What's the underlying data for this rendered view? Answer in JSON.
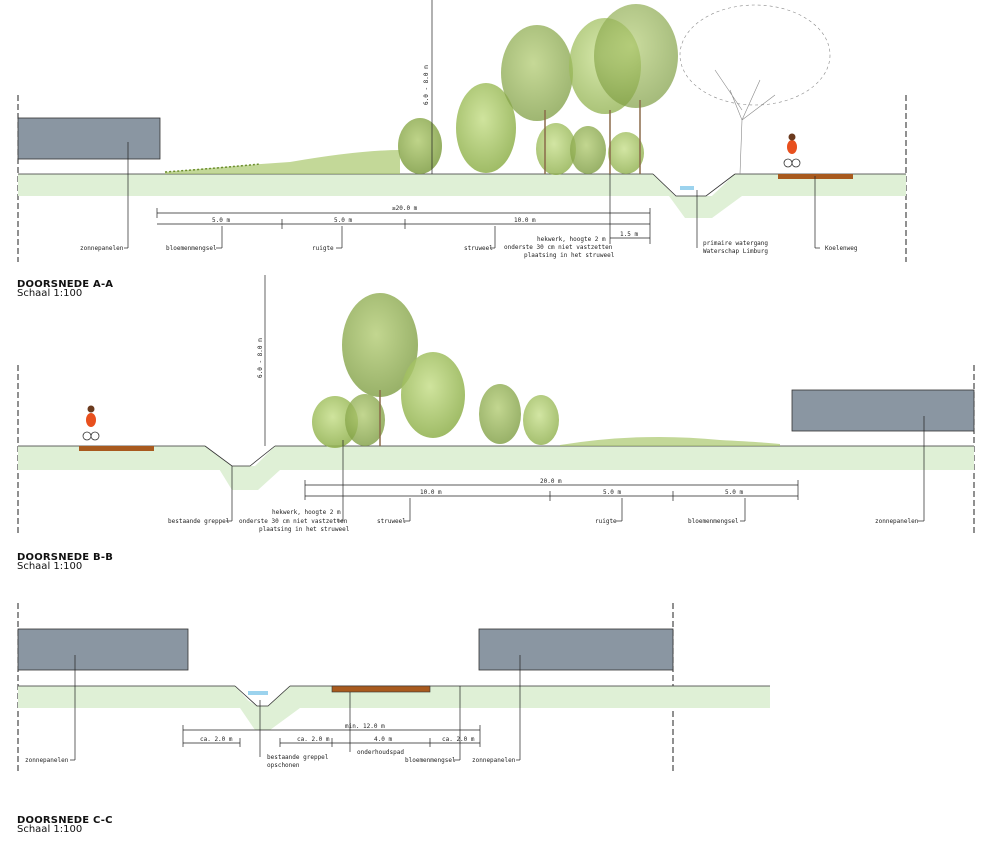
{
  "sections": [
    {
      "id": "a",
      "title": "DOORSNEDE A-A",
      "scale": "Schaal 1:100",
      "dimensions": {
        "total": "≥20.0 m",
        "seg1": "5.0 m",
        "seg2": "5.0 m",
        "seg3": "10.0 m",
        "offset": "1.5 m",
        "height": "6.0 - 8.0 m"
      },
      "labels": {
        "zonnepanelen": "zonnepanelen",
        "bloemenmengsel": "bloemenmengsel",
        "ruigte": "ruigte",
        "struweel": "struweel",
        "hekwerk": [
          "hekwerk, hoogte 2 m",
          "onderste 30 cm niet vastzetten",
          "plaatsing in het struweel"
        ],
        "watergang": [
          "primaire watergang",
          "Waterschap Limburg"
        ],
        "koelenweg": "Koelenweg"
      }
    },
    {
      "id": "b",
      "title": "DOORSNEDE B-B",
      "scale": "Schaal 1:100",
      "dimensions": {
        "total": "20.0 m",
        "seg1": "10.0 m",
        "seg2": "5.0 m",
        "seg3": "5.0 m",
        "height": "6.0 - 8.0 m"
      },
      "labels": {
        "greppel": "bestaande greppel",
        "hekwerk": [
          "hekwerk, hoogte 2 m",
          "onderste 30 cm niet vastzetten",
          "plaatsing in het struweel"
        ],
        "struweel": "struweel",
        "ruigte": "ruigte",
        "bloemenmengsel": "bloemenmengsel",
        "zonnepanelen": "zonnepanelen"
      }
    },
    {
      "id": "c",
      "title": "DOORSNEDE C-C",
      "scale": "Schaal 1:100",
      "dimensions": {
        "total": "min. 12.0 m",
        "seg1": "ca. 2.0 m",
        "seg2": "ca. 2.0 m",
        "seg3": "4.0 m",
        "seg4": "ca. 2.0 m"
      },
      "labels": {
        "zonnepanelen_left": "zonnepanelen",
        "greppel": [
          "bestaande greppel",
          "opschonen"
        ],
        "onderhoudspad": "onderhoudspad",
        "bloemenmengsel": "bloemenmengsel",
        "zonnepanelen_right": "zonnepanelen"
      }
    }
  ],
  "colors": {
    "ground": "#dff0d6",
    "panel": "#8a96a2",
    "path": "#a85a1e",
    "water": "#9cd3ee",
    "tree_light": "#b7d47a",
    "tree_mid": "#9dbb5a",
    "tree_dark": "#7f9e43",
    "cyclist": "#e8501e"
  }
}
